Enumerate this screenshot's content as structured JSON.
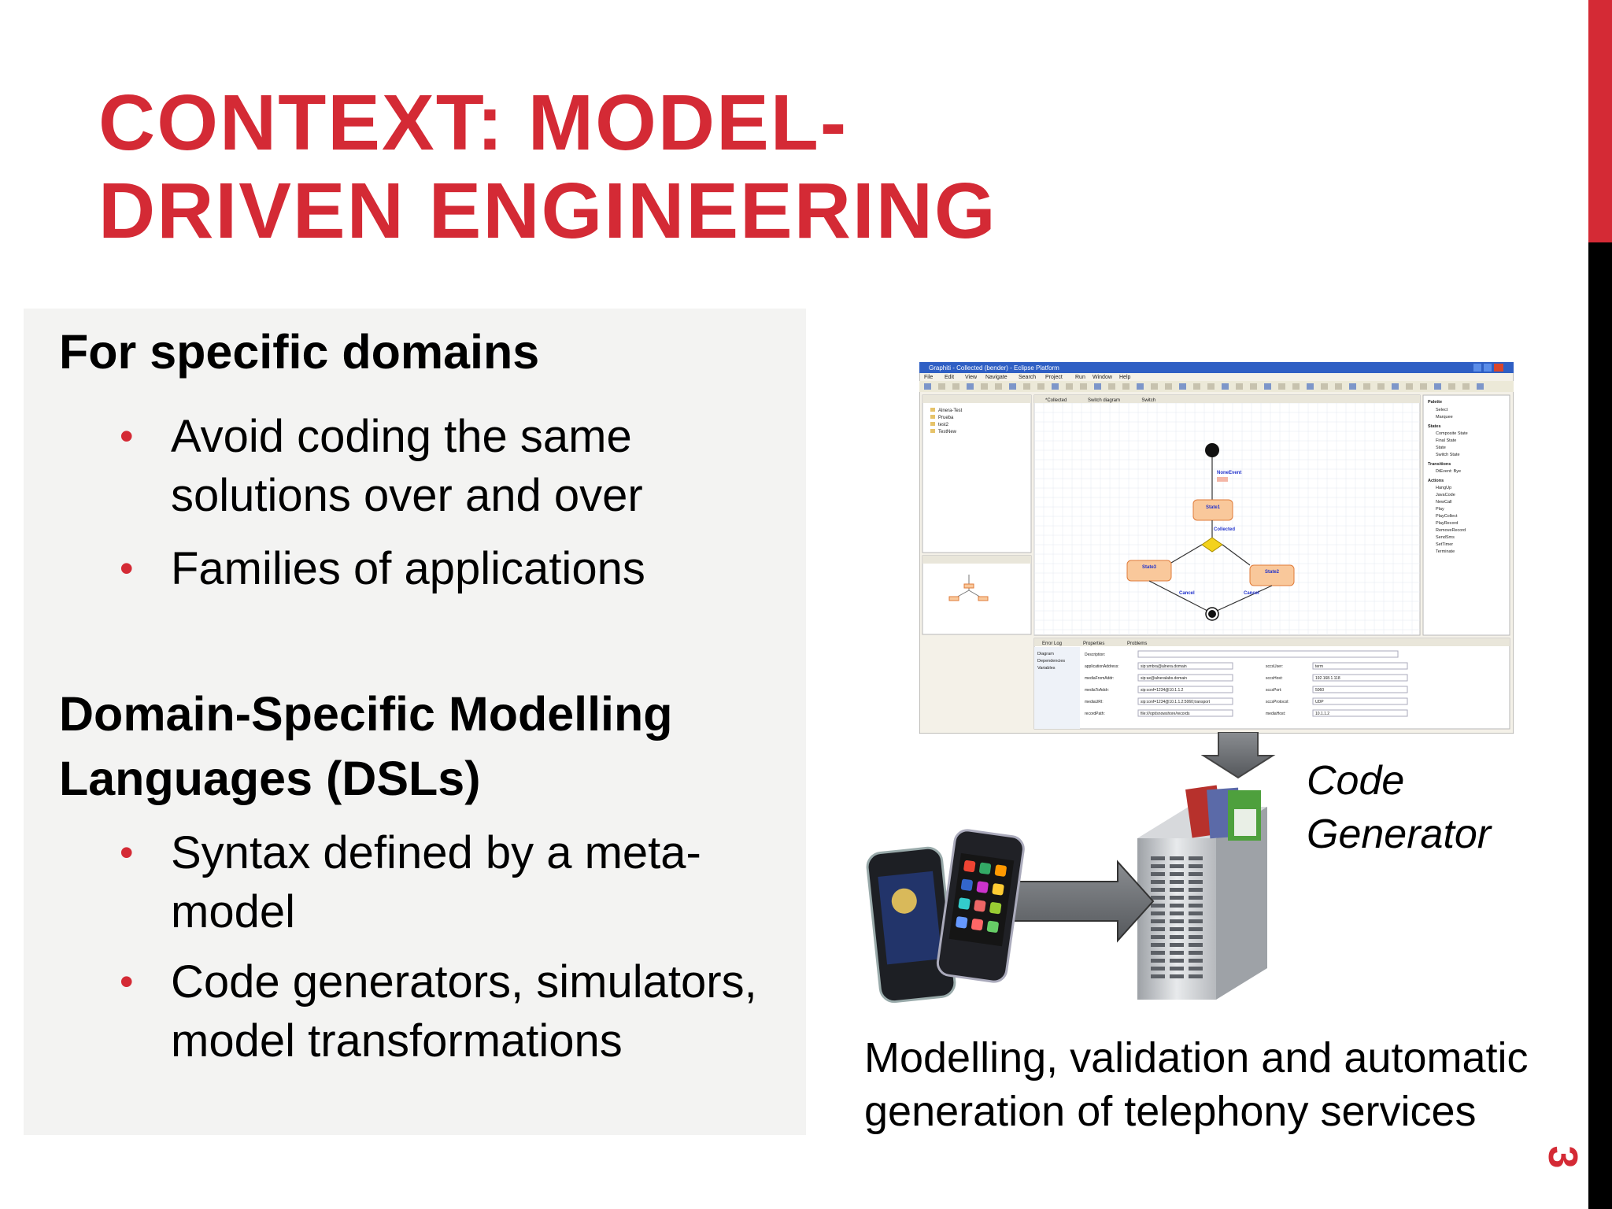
{
  "slide": {
    "title_line1": "CONTEXT: MODEL-",
    "title_line2": "DRIVEN ENGINEERING",
    "section1": {
      "heading": "For specific domains",
      "bullets": [
        {
          "line1": "Avoid coding the same",
          "line2": "solutions over and over"
        },
        {
          "line1": "Families of applications",
          "line2": ""
        }
      ]
    },
    "section2": {
      "heading_line1": "Domain-Specific Modelling",
      "heading_line2": "Languages (DSLs)",
      "bullets": [
        {
          "line1": "Syntax defined by a meta-",
          "line2": "model"
        },
        {
          "line1": "Code generators, simulators,",
          "line2": "model transformations"
        }
      ]
    },
    "code_generator_line1": "Code",
    "code_generator_line2": "Generator",
    "caption_line1": "Modelling, validation and automatic",
    "caption_line2": "generation of telephony services",
    "page_number": "3"
  },
  "screenshot": {
    "window_title": "Graphiti - Collected (bender) - Eclipse Platform",
    "menu": [
      "File",
      "Edit",
      "View",
      "Navigate",
      "Search",
      "Project",
      "Run",
      "Window",
      "Help"
    ],
    "tabs": [
      "*Collected",
      "Switch diagram",
      "Switch"
    ],
    "project_items": [
      "Alnera-Test",
      "Prueba",
      "test2",
      "TestNew"
    ],
    "diagram": {
      "event_label": "NoneEvent",
      "states": [
        "State1",
        "State3",
        "State2"
      ],
      "edge_labels": [
        "Collected",
        "Cancel",
        "Cancel"
      ]
    },
    "palette": {
      "title": "Palette",
      "tools": [
        "Select",
        "Marquee"
      ],
      "groups": [
        {
          "name": "States",
          "items": [
            "Composite State",
            "Final State",
            "State",
            "Switch State"
          ]
        },
        {
          "name": "Transitions",
          "items": [
            "DtEvent: Bye"
          ]
        },
        {
          "name": "Actions",
          "items": [
            "HangUp",
            "JavaCode",
            "NewCall",
            "Play",
            "PlayCollect",
            "PlayRecord",
            "RemoveRecord",
            "SendSms",
            "SetTimer",
            "Terminate"
          ]
        }
      ]
    },
    "bottom_tabs": [
      "Error Log",
      "Properties",
      "Problems"
    ],
    "properties": {
      "sections": [
        "Diagram",
        "Dependencies",
        "Variables"
      ],
      "rows": [
        {
          "label": "Description:",
          "value": ""
        },
        {
          "label": "applicationAddress:",
          "value": "sip:umbra@alnera.domain",
          "label2": "sccsUser:",
          "value2": "term"
        },
        {
          "label": "mediaFromAddr:",
          "value": "sip:ax@alneralabs.domain",
          "label2": "sccsHost:",
          "value2": "192.168.1.118"
        },
        {
          "label": "mediaToAddr:",
          "value": "sip:conf=1234@10.1.1.2",
          "label2": "sccsPort:",
          "value2": "5060"
        },
        {
          "label": "mediaURI:",
          "value": "sip:conf=1234@10.1.1.2:5060;transport",
          "label2": "sccsProtocol:",
          "value2": "UDP"
        },
        {
          "label": "recordPath:",
          "value": "file:///opt/snowshore/records",
          "label2": "mediaHost:",
          "value2": "10.1.1.2"
        }
      ]
    }
  },
  "colors": {
    "accent": "#d42a35",
    "panel": "#f3f3f2",
    "state_fill": "#f9c89b",
    "state_stroke": "#e07b39"
  }
}
